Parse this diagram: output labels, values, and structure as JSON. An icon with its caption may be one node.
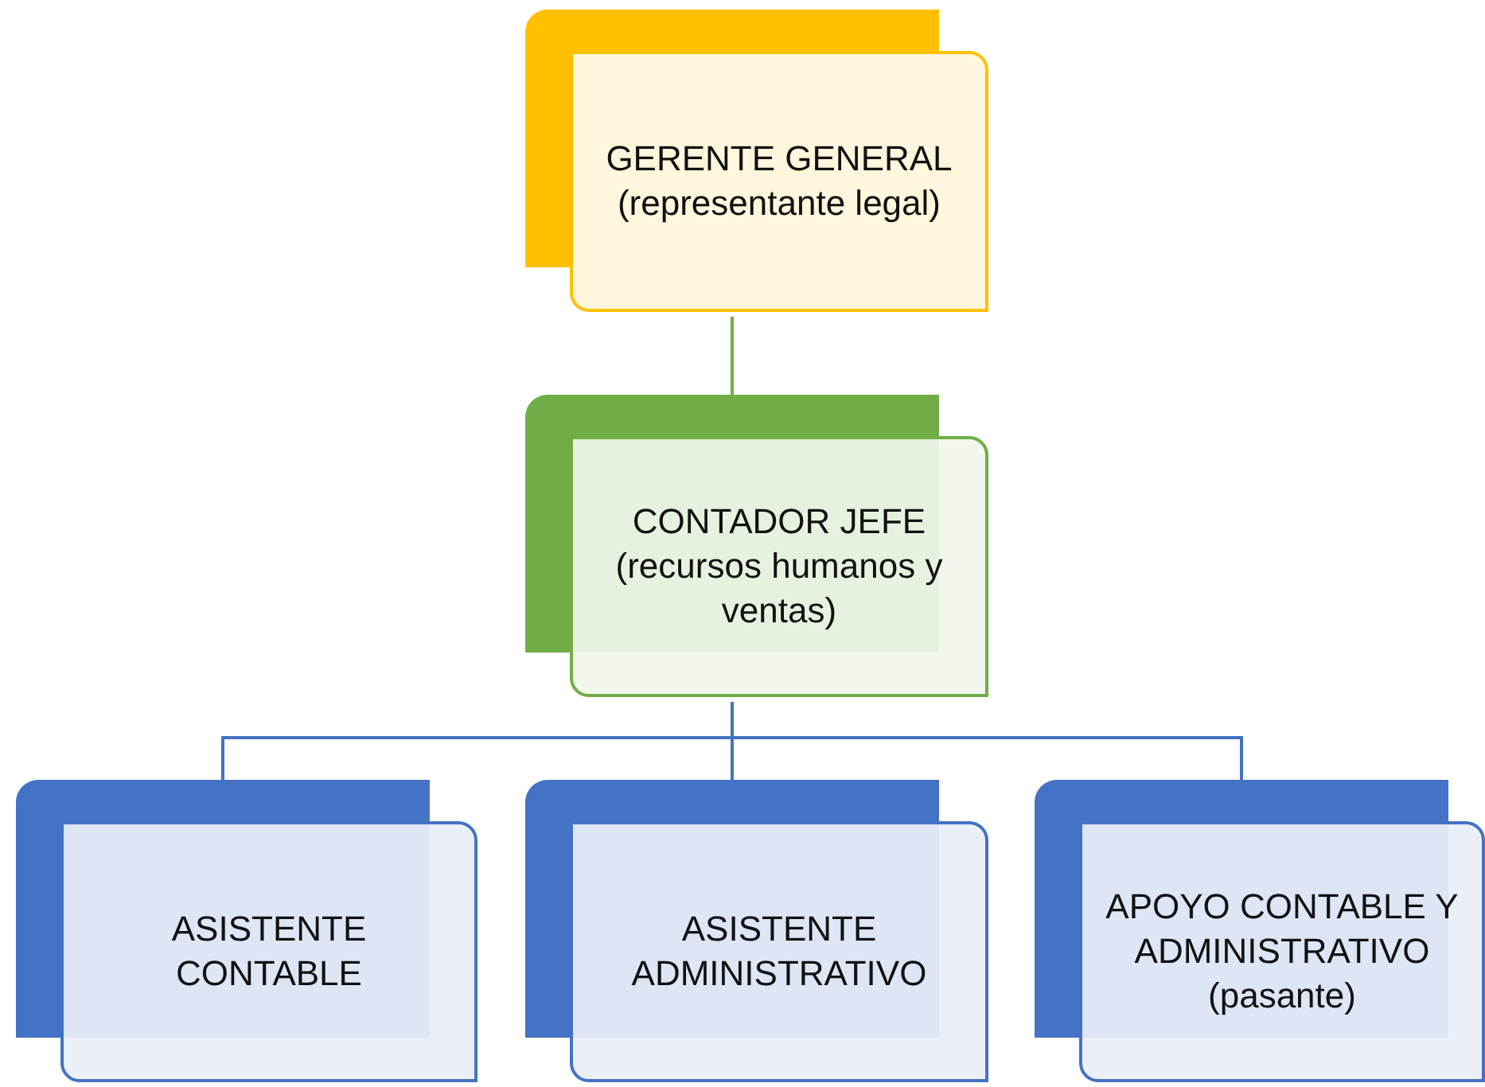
{
  "diagram": {
    "nodes": [
      {
        "text": [
          "GERENTE GENERAL (representante legal)"
        ]
      },
      {
        "text": [
          "CONTADOR JEFE (recursos humanos y ventas)"
        ]
      },
      {
        "text": [
          "ASISTENTE CONTABLE"
        ]
      },
      {
        "text": [
          "ASISTENTE ADMINISTRATIVO"
        ]
      },
      {
        "text": [
          "APOYO CONTABLE Y ADMINISTRATIVO (pasante)"
        ]
      }
    ],
    "edges": [
      {
        "from": 0,
        "to": 1,
        "arrow": "none",
        "color": "#70ad47"
      },
      {
        "from": 1,
        "to": 2,
        "arrow": "none"
      },
      {
        "from": 1,
        "to": 3,
        "arrow": "none"
      },
      {
        "from": 1,
        "to": 4,
        "arrow": "none"
      }
    ]
  }
}
